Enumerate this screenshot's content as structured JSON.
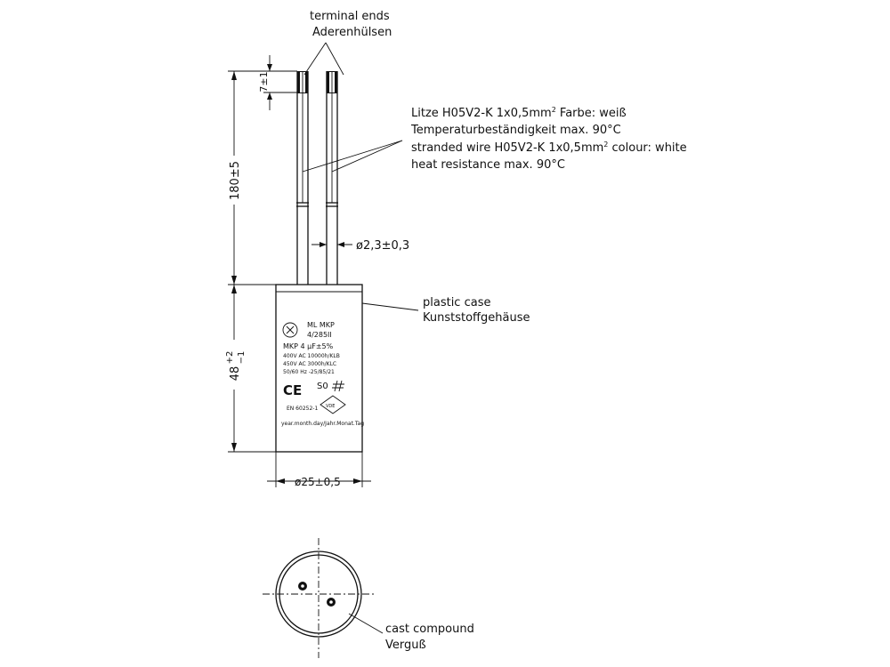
{
  "labels": {
    "terminal_ends_en": "terminal ends",
    "terminal_ends_de": "Aderenhülsen",
    "wire_de_1_pre": "Litze  H05V2-K  1x0,5mm",
    "wire_de_1_post": "  Farbe: weiß",
    "wire_de_2": "Temperaturbeständigkeit max. 90°C",
    "wire_en_1_pre": "stranded wire  H05V2-K 1x0,5mm",
    "wire_en_1_post": "  colour: white",
    "wire_en_2": "heat resistance max. 90°C",
    "sup_two": "2",
    "plastic_case_en": "plastic case",
    "plastic_case_de": "Kunststoffgehäuse",
    "cast_compound_en": "cast compound",
    "cast_compound_de": "Verguß"
  },
  "dimensions": {
    "sleeve_length": "7±1",
    "wire_length": "180±5",
    "wire_diameter": "ø2,3±0,3",
    "case_height_base": "48",
    "case_height_plus": "+2",
    "case_height_minus": "−1",
    "case_diameter": "ø25±0,5"
  },
  "case_marking": {
    "brand": "ML MKP",
    "series": "4/285II",
    "capacitance": "MKP  4  µF±5%",
    "rating_1": "400V AC  10000h/KLB",
    "rating_2": "450V AC   3000h/KLC",
    "rating_3": "50/60 Hz  -25/85/21",
    "ce": "CE",
    "s0": "S0",
    "vde": "VDE",
    "standard": "EN 60252-1",
    "date_code": "year.month.day/Jahr.Monat.Tag"
  }
}
